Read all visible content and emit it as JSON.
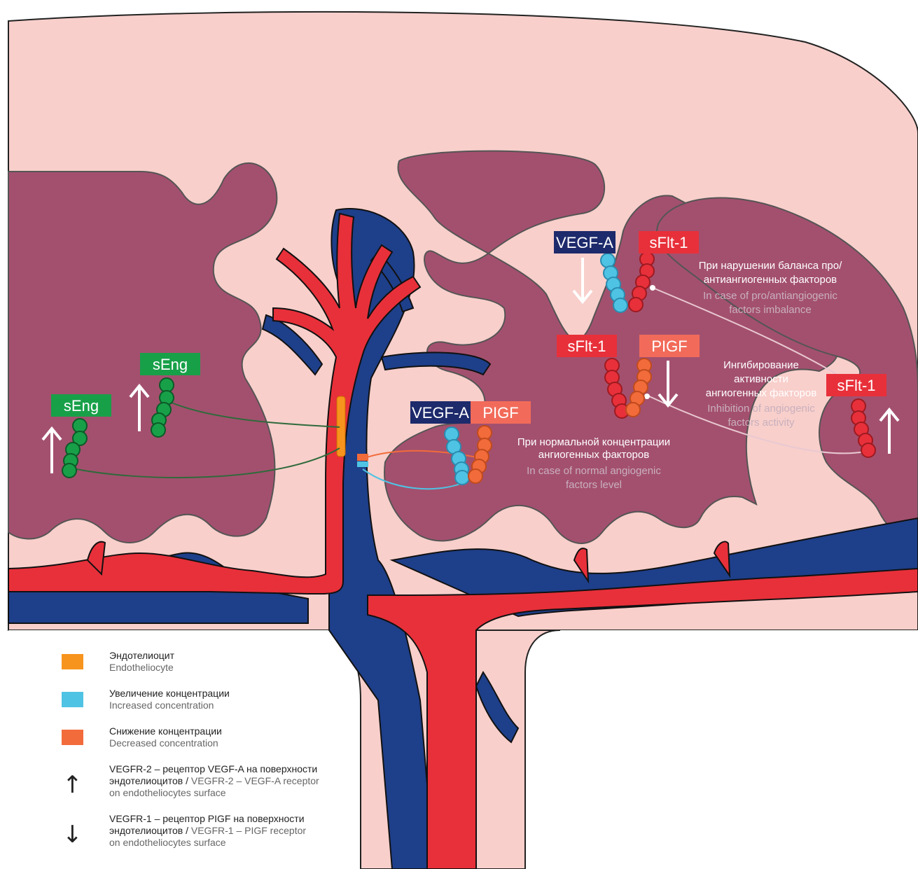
{
  "labels": {
    "seng_left": "sEng",
    "seng_mid": "sEng",
    "vegfa_center": "VEGF-A",
    "pigf_center": "PIGF",
    "vegfa_top": "VEGF-A",
    "sflt1_top": "sFlt-1",
    "sflt1_mid": "sFlt-1",
    "pigf_mid": "PIGF",
    "sflt1_right": "sFlt-1"
  },
  "notes": {
    "normal": {
      "ru": [
        "При нормальной концентрации",
        "ангиогенных факторов"
      ],
      "en": [
        "In case of normal angiogenic",
        "factors level"
      ]
    },
    "imbalance": {
      "ru": [
        "При нарушении баланса про/",
        "антиангиогенных факторов"
      ],
      "en": [
        "In case of pro/antiangiogenic",
        "factors imbalance"
      ]
    },
    "inhibition": {
      "ru": [
        "Ингибирование",
        "активности",
        "ангиогенных факторов"
      ],
      "en": [
        "Inhibition of angiogenic",
        "factors activity"
      ]
    }
  },
  "legend": [
    {
      "icon": "swatch",
      "color": "#f7941d",
      "ru": "Эндотелиоцит",
      "en": "Endotheliocyte"
    },
    {
      "icon": "swatch",
      "color": "#4fc3e3",
      "ru": "Увеличение концентрации",
      "en": "Increased concentration"
    },
    {
      "icon": "swatch",
      "color": "#f26b3a",
      "ru": "Снижение концентрации",
      "en": "Decreased concentration"
    },
    {
      "icon": "up-arrow-icon",
      "ru": "VEGFR-2 – рецептор VEGF-A на поверхности",
      "ru2": "эндотелиоцитов /",
      "en": "VEGFR-2 – VEGF-A receptor",
      "en2": "on endotheliocytes surface"
    },
    {
      "icon": "down-arrow-icon",
      "ru": "VEGFR-1 – рецептор PIGF на поверхности",
      "ru2": "эндотелиоцитов /",
      "en": "VEGFR-1 – PIGF receptor",
      "en2": "on endotheliocytes surface"
    }
  ],
  "colors": {
    "background_pink": "#f8cfcb",
    "villus_purple": "#a3506e",
    "artery_red": "#e8303a",
    "vein_blue": "#1e3f8a",
    "green": "#18a049",
    "navy_label": "#1d2a6b",
    "light_blue": "#4fc3e3",
    "orange": "#f26b3a",
    "red_molecule": "#e8303a",
    "endothelium_orange": "#f7941d"
  }
}
